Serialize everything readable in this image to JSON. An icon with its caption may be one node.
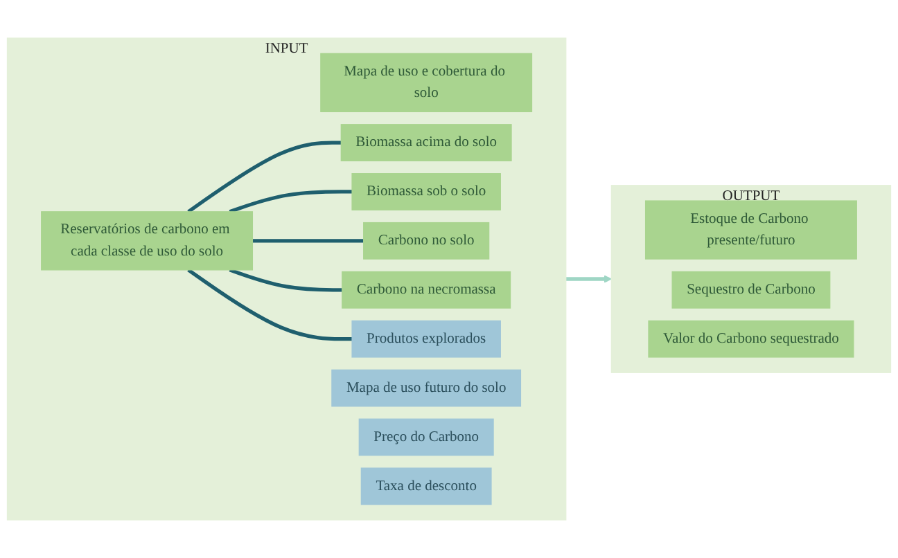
{
  "diagram": {
    "nodes": [
      {
        "text": [
          "INPUT"
        ]
      },
      {
        "text": [
          "Mapa de uso e cobertura do solo"
        ],
        "in": 0
      },
      {
        "text": [
          "Reservatórios de carbono em cada classe de uso do solo"
        ],
        "in": 0
      },
      {
        "text": [
          "Biomassa acima do solo"
        ],
        "in": 0
      },
      {
        "text": [
          "Biomassa sob o solo"
        ],
        "in": 0
      },
      {
        "text": [
          "Carbono no solo"
        ],
        "in": 0
      },
      {
        "text": [
          "Carbono na necromassa"
        ],
        "in": 0
      },
      {
        "text": [
          "Produtos explorados"
        ],
        "in": 0
      },
      {
        "text": [
          "Mapa de uso futuro do solo"
        ],
        "in": 0
      },
      {
        "text": [
          "Preço do Carbono"
        ],
        "in": 0
      },
      {
        "text": [
          "Taxa de desconto"
        ],
        "in": 0
      },
      {
        "text": [
          "OUTPUT"
        ]
      },
      {
        "text": [
          "Estoque de Carbono presente/futuro"
        ],
        "in": 11
      },
      {
        "text": [
          "Sequestro de Carbono"
        ],
        "in": 11
      },
      {
        "text": [
          "Valor do Carbono sequestrado"
        ],
        "in": 11
      }
    ],
    "edges": [
      {
        "from": 2,
        "to": 3,
        "arrow": "none"
      },
      {
        "from": 2,
        "to": 4,
        "arrow": "none"
      },
      {
        "from": 2,
        "to": 5,
        "arrow": "none"
      },
      {
        "from": 2,
        "to": 6,
        "arrow": "none"
      },
      {
        "from": 2,
        "to": 7,
        "arrow": "none"
      },
      {
        "from": 0,
        "to": 11,
        "arrow": "to",
        "color": "#9fd6c5"
      }
    ]
  }
}
